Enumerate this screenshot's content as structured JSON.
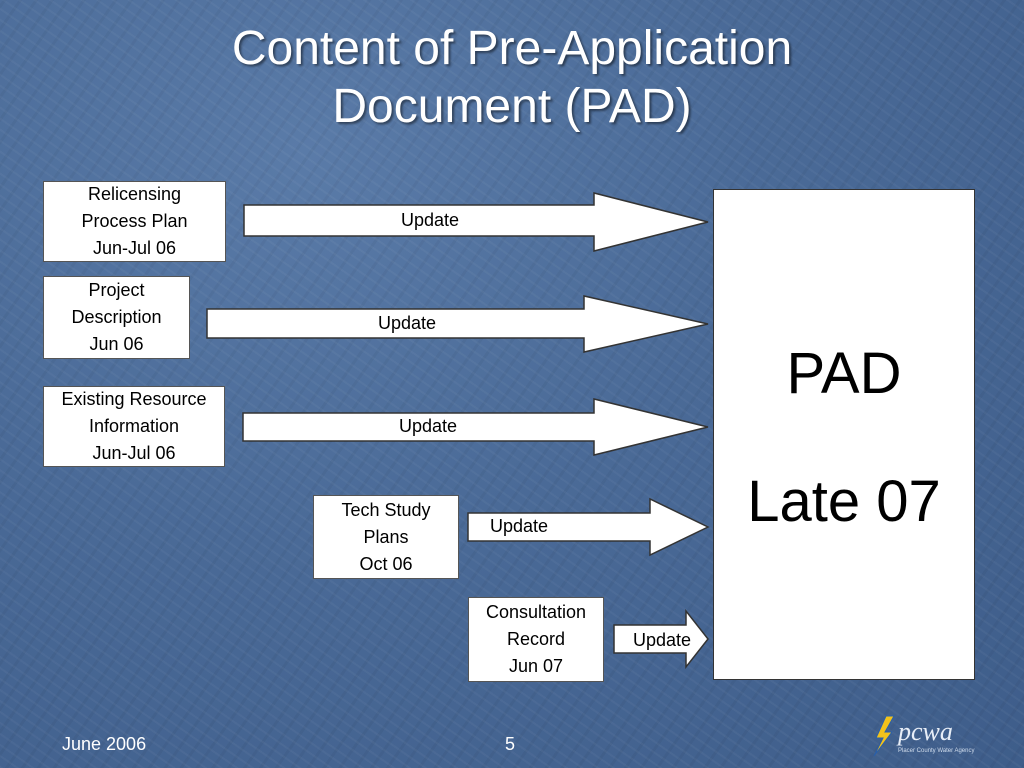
{
  "title_line1": "Content of Pre-Application",
  "title_line2": "Document (PAD)",
  "sources": [
    {
      "line1": "Relicensing",
      "line2": "Process Plan",
      "line3": "Jun-Jul 06"
    },
    {
      "line1": "Project",
      "line2": "Description",
      "line3": "Jun 06"
    },
    {
      "line1": "Existing Resource",
      "line2": "Information",
      "line3": "Jun-Jul 06"
    },
    {
      "line1": "Tech Study",
      "line2": "Plans",
      "line3": "Oct 06"
    },
    {
      "line1": "Consultation",
      "line2": "Record",
      "line3": "Jun 07"
    }
  ],
  "arrows": [
    {
      "label": "Update"
    },
    {
      "label": "Update"
    },
    {
      "label": "Update"
    },
    {
      "label": "Update"
    },
    {
      "label": "Update"
    }
  ],
  "pad": {
    "title": "PAD",
    "date": "Late 07"
  },
  "footer": {
    "date": "June 2006",
    "page": "5"
  },
  "logo": {
    "text": "pcwa",
    "subtext": "Placer County Water Agency"
  },
  "colors": {
    "background": "#4a6a97",
    "box": "#ffffff",
    "text_light": "#ffffff"
  }
}
